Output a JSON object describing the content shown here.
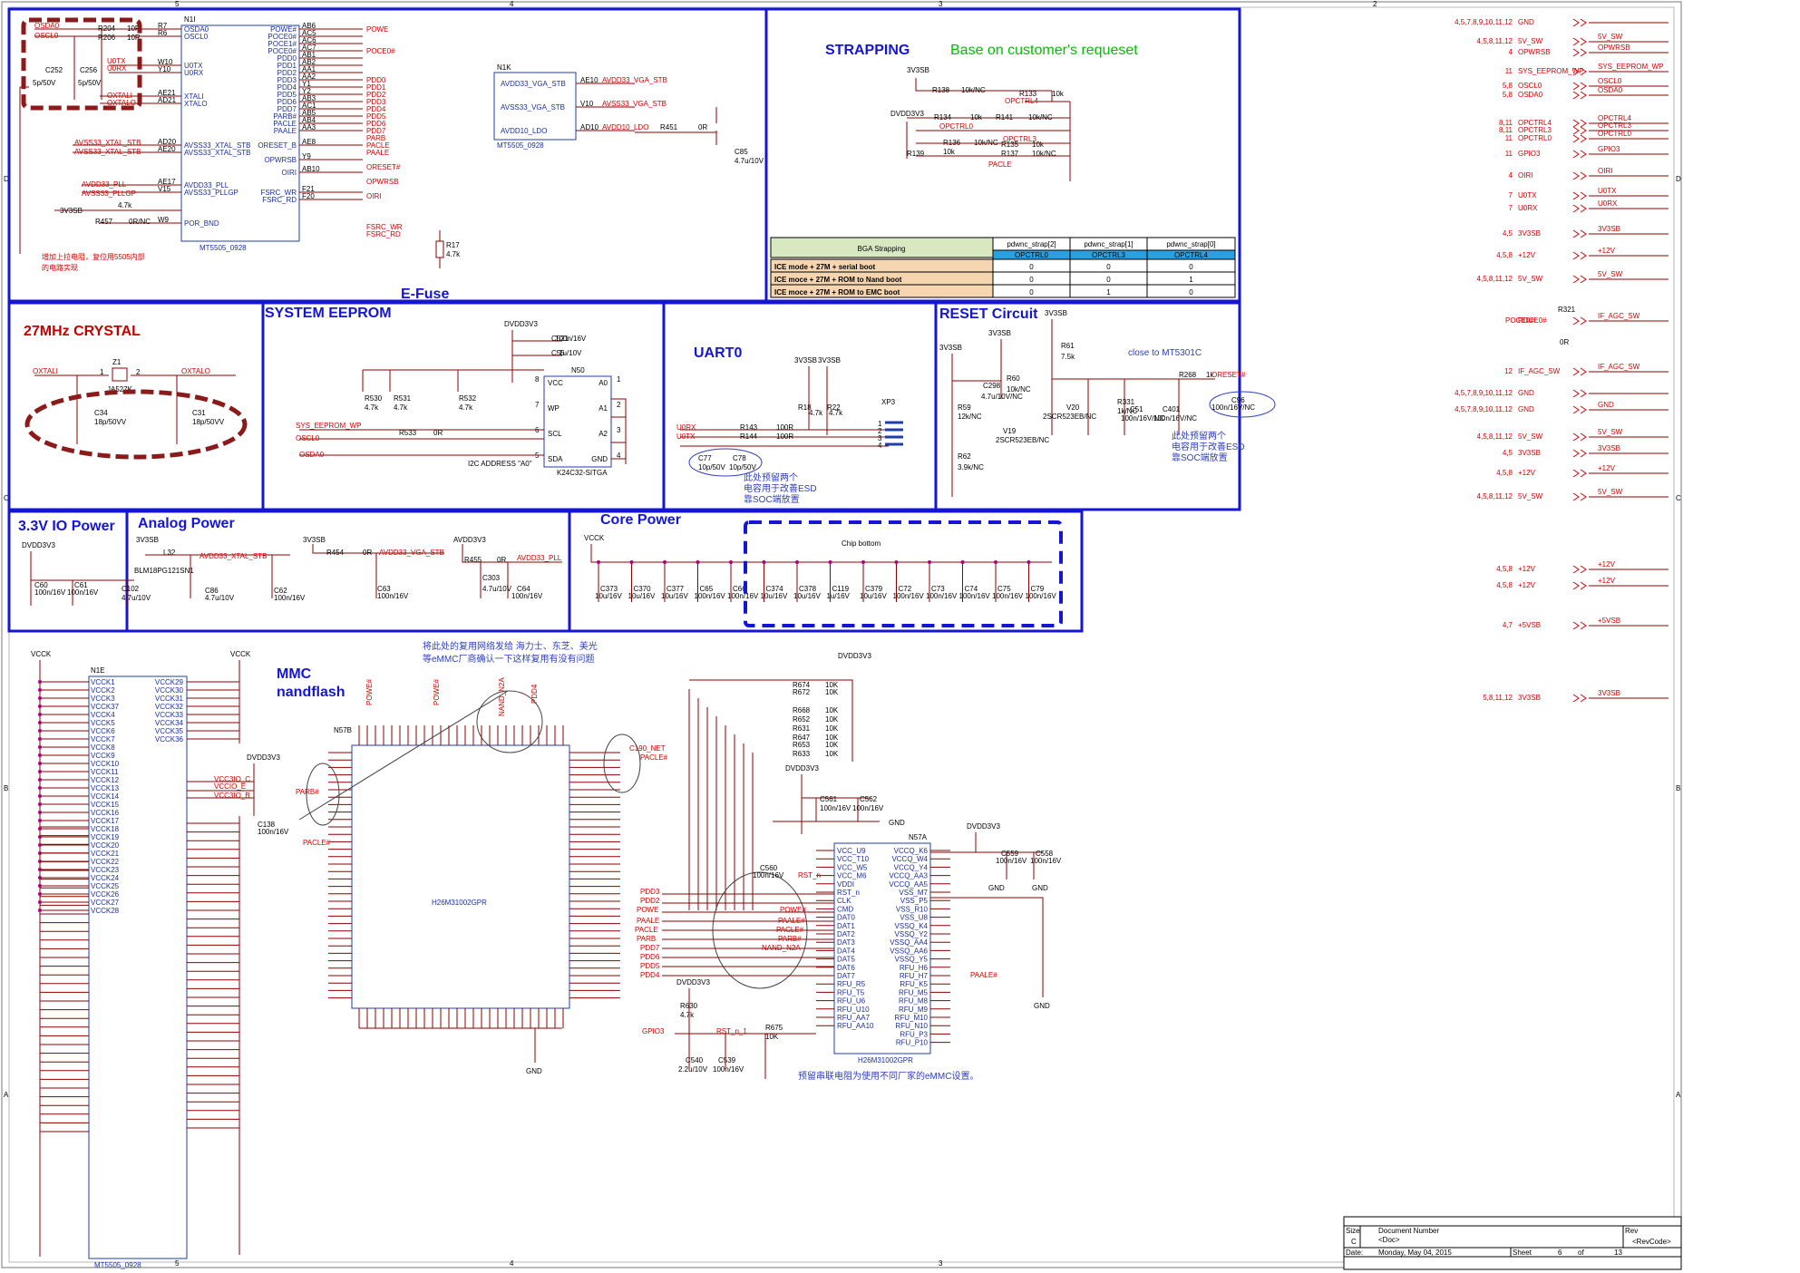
{
  "blocks": {
    "strapping": "STRAPPING",
    "strapping_note": "Base on customer's requeset",
    "efuse": "E-Fuse",
    "crystal": "27MHz CRYSTAL",
    "eeprom": "SYSTEM EEPROM",
    "uart": "UART0",
    "reset": "RESET Circuit",
    "io_power": "3.3V IO Power",
    "analog_power": "Analog Power",
    "core_power": "Core Power",
    "mmc": "MMC",
    "nandflash": "nandflash",
    "chip_bottom": "Chip bottom"
  },
  "notes": {
    "por_cn": "增加上拉电阻，复位用5505内部",
    "por_cn2": "的电路实现",
    "eeprom_addr": "I2C ADDRESS \"A0\"",
    "uart_cn1": "此处预留两个",
    "uart_cn2": "电容用于改善ESD",
    "uart_cn3": "靠SOC端放置",
    "reset_close": "close to MT5301C",
    "reset_cn1": "此处预留两个",
    "reset_cn2": "电容用于改善ESD",
    "reset_cn3": "靠SOC端放置",
    "mmc_cn1": "将此处的复用网络发给 海力士、东芝、美光",
    "mmc_cn2": "等eMMC厂商确认一下这样复用有没有问题",
    "emmc_cn": "预留串联电阻为使用不同厂家的eMMC设置。"
  },
  "chips": {
    "n1": {
      "ref": "N1I",
      "name": "MT5505_0928",
      "left_pins": [
        [
          "OSDA0",
          "R7"
        ],
        [
          "OSCL0",
          "R6"
        ],
        [
          "U0TX",
          "W10"
        ],
        [
          "U0RX",
          "Y10"
        ],
        [
          "XTALI",
          "AE21"
        ],
        [
          "XTALO",
          "AD21"
        ],
        [
          "AVSS33_XTAL_STB",
          "AD20"
        ],
        [
          "AVSS33_XTAL_STB",
          "AE20"
        ],
        [
          "AVDD33_PLL",
          "AE17"
        ],
        [
          "AVSS33_PLLGP",
          "V15"
        ],
        [
          "POR_BND",
          "W9"
        ]
      ],
      "right_pins": [
        [
          "POWE#",
          "AB6"
        ],
        [
          "POCE0#",
          "AC5"
        ],
        [
          "POCE1#",
          "AC6"
        ],
        [
          "POCE0#",
          "AC7"
        ],
        [
          "PDD0",
          "AB1"
        ],
        [
          "PDD1",
          "AB2"
        ],
        [
          "PDD2",
          "AA1"
        ],
        [
          "PDD3",
          "AA2"
        ],
        [
          "PDD4",
          "Y1"
        ],
        [
          "PDD5",
          "Y2"
        ],
        [
          "PDD6",
          "AB3"
        ],
        [
          "PDD7",
          "AC1"
        ],
        [
          "PARB#",
          "AB5"
        ],
        [
          "PACLE",
          "AB4"
        ],
        [
          "PAALE",
          "AA3"
        ],
        [
          "ORESET_B",
          "AE8"
        ],
        [
          "OPWRSB",
          "Y9"
        ],
        [
          "OIRI",
          "AB10"
        ],
        [
          "FSRC_WR",
          "F21"
        ],
        [
          "FSRC_RD",
          "F20"
        ]
      ],
      "nets": [
        "POWE",
        "POCE0#",
        "PDD0",
        "PDD1",
        "PDD2",
        "PDD3",
        "PDD4",
        "PDD5",
        "PDD6",
        "PDD7",
        "PARB",
        "PACLE",
        "PAALE",
        "ORESET#",
        "OPWRSB",
        "OIRI",
        "FSRC_WR",
        "FSRC_RD"
      ]
    },
    "n1k": {
      "ref": "N1K",
      "name": "MT5505_0928",
      "pins": [
        [
          "AVDD33_VGA_STB",
          "AE10"
        ],
        [
          "AVSS33_VGA_STB",
          "V10"
        ],
        [
          "AVDD10_LDO",
          "AD10"
        ]
      ],
      "nets": [
        "AVDD33_VGA_STB",
        "AVSS33_VGA_STB",
        "AVDD10_LDO"
      ]
    },
    "n50": {
      "ref": "N50",
      "name": "K24C32-SITGA",
      "left_pins": [
        "VCC",
        "WP",
        "SCL",
        "SDA"
      ],
      "right_pins": [
        "A0",
        "A1",
        "A2",
        "GND"
      ],
      "left_nums": [
        "8",
        "7",
        "6",
        "5"
      ],
      "right_nums": [
        "1",
        "2",
        "3",
        "4"
      ]
    },
    "n1e": {
      "ref": "N1E",
      "name": "MT5505_0928",
      "left_pins": [
        "VCCK1",
        "VCCK2",
        "VCCK3",
        "VCCK37",
        "VCCK4",
        "VCCK5",
        "VCCK6",
        "VCCK7",
        "VCCK8",
        "VCCK9",
        "VCCK10",
        "VCCK11",
        "VCCK12",
        "VCCK13",
        "VCCK14",
        "VCCK15",
        "VCCK16",
        "VCCK17",
        "VCCK18",
        "VCCK19",
        "VCCK20",
        "VCCK21",
        "VCCK22",
        "VCCK23",
        "VCCK24",
        "VCCK25",
        "VCCK26",
        "VCCK27",
        "VCCK28"
      ],
      "right_pins": [
        "VCCK29",
        "VCCK30",
        "VCCK31",
        "VCCK32",
        "VCCK33",
        "VCCK34",
        "VCCK35",
        "VCCK36"
      ]
    },
    "n57b": {
      "ref": "N57B",
      "name": "H26M31002GPR"
    },
    "n57a": {
      "ref": "N57A",
      "name": "H26M31002GPR",
      "left_pins": [
        "VCC_U9",
        "VCC_T10",
        "VCC_W5",
        "VCC_M6",
        "VDDI",
        "RST_n",
        "CLK",
        "CMD",
        "DAT0",
        "DAT1",
        "DAT2",
        "DAT3",
        "DAT4",
        "DAT5",
        "DAT6",
        "DAT7",
        "RFU_R5",
        "RFU_T5",
        "RFU_U6",
        "RFU_U10",
        "RFU_AA7",
        "RFU_AA10"
      ],
      "right_pins": [
        "VCCQ_K6",
        "VCCQ_W4",
        "VCCQ_Y4",
        "VCCQ_AA3",
        "VCCQ_AA5",
        "VSS_M7",
        "VSS_P5",
        "VSS_R10",
        "VSS_U8",
        "VSSQ_K4",
        "VSSQ_Y2",
        "VSSQ_AA4",
        "VSSQ_AA6",
        "VSSQ_Y5",
        "RFU_H6",
        "RFU_H7",
        "RFU_K5",
        "RFU_M5",
        "RFU_M8",
        "RFU_M9",
        "RFU_M10",
        "RFU_N10",
        "RFU_P3",
        "RFU_P10"
      ]
    }
  },
  "strap_table": {
    "headers": [
      "BGA Strapping",
      "pdwnc_strap[2]",
      "pdwnc_strap[1]",
      "pdwnc_strap[0]"
    ],
    "subheaders": [
      "OPCTRL0",
      "OPCTRL3",
      "OPCTRL4"
    ],
    "rows": [
      [
        "ICE mode + 27M + serial boot",
        "0",
        "0",
        "0"
      ],
      [
        "ICE moce + 27M + ROM to Nand boot",
        "0",
        "0",
        "1"
      ],
      [
        "ICE moce + 27M + ROM to EMC boot",
        "0",
        "1",
        "0"
      ]
    ]
  },
  "offsheet": [
    [
      "4,5,7,8,9,10,11,12",
      "GND",
      ""
    ],
    [
      "4,5,8,11,12",
      "5V_SW",
      "5V_SW"
    ],
    [
      "4",
      "OPWRSB",
      "OPWRSB"
    ],
    [
      "11",
      "SYS_EEPROM_WP",
      "SYS_EEPROM_WP"
    ],
    [
      "5,8",
      "OSCL0",
      "OSCL0"
    ],
    [
      "5,8",
      "OSDA0",
      "OSDA0"
    ],
    [
      "8,11",
      "OPCTRL4",
      "OPCTRL4"
    ],
    [
      "8,11",
      "OPCTRL3",
      "OPCTRL3"
    ],
    [
      "11",
      "OPCTRL0",
      "OPCTRL0"
    ],
    [
      "11",
      "GPIO3",
      "GPIO3"
    ],
    [
      "4",
      "OIRI",
      "OIRI"
    ],
    [
      "7",
      "U0TX",
      "U0TX"
    ],
    [
      "7",
      "U0RX",
      "U0RX"
    ],
    [
      "4,5",
      "3V3SB",
      "3V3SB"
    ],
    [
      "4,5,8",
      "+12V",
      "+12V"
    ],
    [
      "4,5,8,11,12",
      "5V_SW",
      "5V_SW"
    ],
    [
      "",
      "POCE0#",
      "IF_AGC_SW"
    ],
    [
      "12",
      "IF_AGC_SW",
      "IF_AGC_SW"
    ],
    [
      "4,5,7,8,9,10,11,12",
      "GND",
      ""
    ],
    [
      "4,5,7,8,9,10,11,12",
      "GND",
      "GND"
    ],
    [
      "4,5,8,11,12",
      "5V_SW",
      "5V_SW"
    ],
    [
      "4,5",
      "3V3SB",
      "3V3SB"
    ],
    [
      "4,5,8",
      "+12V",
      "+12V"
    ],
    [
      "4,5,8,11,12",
      "5V_SW",
      "5V_SW"
    ],
    [
      "4,5,8",
      "+12V",
      "+12V"
    ],
    [
      "4,5,8",
      "+12V",
      "+12V"
    ],
    [
      "4,7",
      "+5VSB",
      "+5VSB"
    ],
    [
      "5,8,11,12",
      "3V3SB",
      "3V3SB"
    ]
  ],
  "labels": {
    "dvdd": "DVDD3V3",
    "v3sb": "3V3SB",
    "vcck": "VCCK",
    "gnd": "GND",
    "r321": "R321",
    "r321v": "0R",
    "xp3": "XP3",
    "emmc_rst": "RST_n_1",
    "gpio3": "GPIO3",
    "r675": "R675",
    "vcc_io_c": "VCC3IO_C",
    "vcc_io_b": "VCC3IO_B",
    "vcc_io_e": "VCCIO_E",
    "parb": "PARB#",
    "pacle": "PACLE#",
    "c190": "C190_NET"
  },
  "title_block": {
    "size_label": "Size",
    "size": "C",
    "docnum_label": "Document Number",
    "docnum": "<Doc>",
    "rev_label": "Rev",
    "rev": "<RevCode>",
    "date_label": "Date:",
    "date": "Monday, May 04, 2015",
    "sheet_label": "Sheet",
    "sheet": "6",
    "of": "of",
    "total": "13"
  },
  "colors": {
    "frame_blue": "#1515d6",
    "wire": "#8b0000",
    "text_red": "#d40000",
    "chip": "#1f3ea8",
    "table_header": "#d8e8c0",
    "table_sub": "#2aa0e0",
    "table_row": "#f5d6b0",
    "callout": "#8b1a1a"
  }
}
